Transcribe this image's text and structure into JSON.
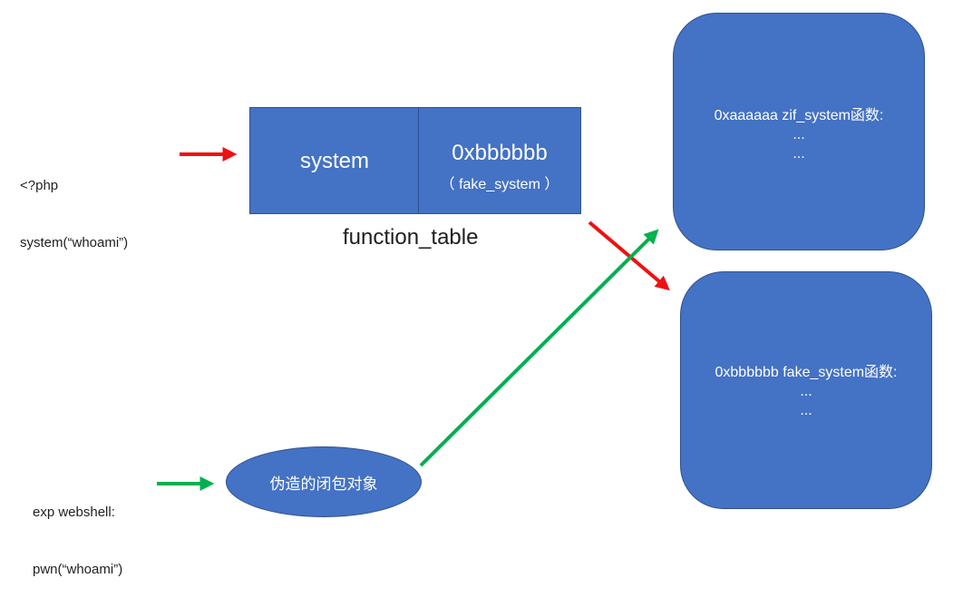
{
  "php_code": {
    "line1": "<?php",
    "line2": "system(“whoami”)"
  },
  "exp_code": {
    "line1": "exp webshell:",
    "line2": "pwn(“whoami”)"
  },
  "function_table": {
    "label": "function_table",
    "name_cell": "system",
    "addr_cell": "0xbbbbbb",
    "addr_note": "（ fake_system ）"
  },
  "zif_box": {
    "line1": "0xaaaaaa zif_system函数:",
    "line2": "...",
    "line3": "..."
  },
  "fake_box": {
    "line1": "0xbbbbbb fake_system函数:",
    "line2": "...",
    "line3": "..."
  },
  "closure": {
    "label": "伪造的闭包对象"
  },
  "colors": {
    "box_fill": "#4472c4",
    "box_border": "#2f528f",
    "red_arrow": "#ee1111",
    "green_arrow": "#00b050"
  }
}
